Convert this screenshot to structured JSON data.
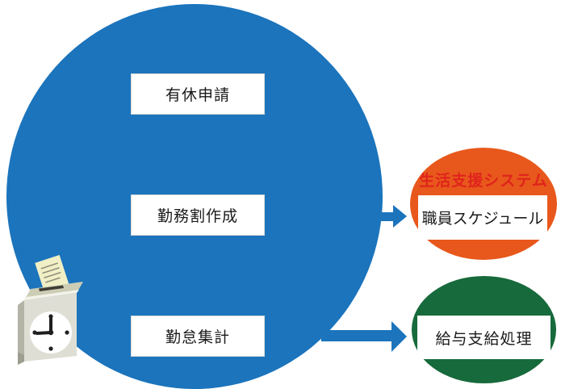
{
  "colors": {
    "circle_blue": "#1B74BC",
    "orange": "#E8581C",
    "green": "#176A3B",
    "red_title": "#E0231C",
    "box_bg": "#FFFFFF",
    "box_border": "#D9D9D9",
    "text": "#1A1A1A"
  },
  "main_circle": {
    "items": [
      {
        "label": "有休申請"
      },
      {
        "label": "勤務割作成"
      },
      {
        "label": "勤怠集計"
      }
    ]
  },
  "orange_system": {
    "title": "生活支援システム",
    "box_label": "職員スケジュール"
  },
  "green_system": {
    "box_label": "給与支給処理"
  },
  "arrows": [
    {
      "from": "勤務割作成",
      "to": "職員スケジュール"
    },
    {
      "from": "勤怠集計",
      "to": "給与支給処理"
    }
  ],
  "icons": {
    "time_recorder": "time-recorder-punch-clock"
  }
}
